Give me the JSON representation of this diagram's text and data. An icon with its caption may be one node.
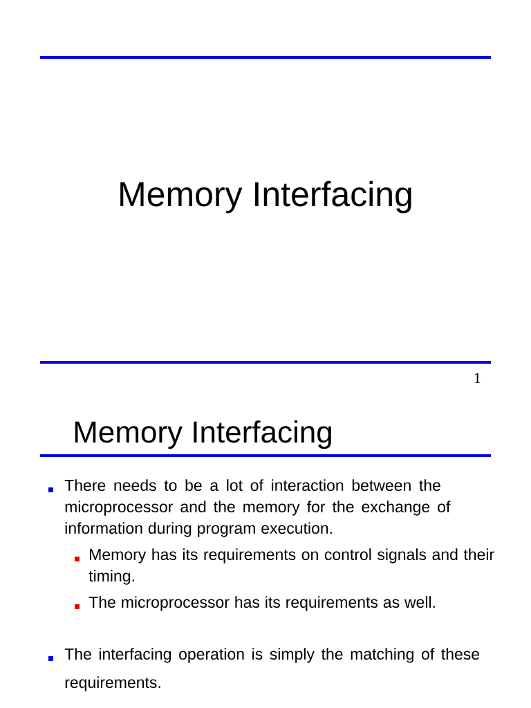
{
  "diagram": {
    "title": "Memory Interfacing",
    "labels": [
      "1",
      "Memory Interfacing",
      "There needs to be a lot of interaction between the microprocessor and the memory for the exchange of information during program execution.",
      "Memory has its requirements on control signals and their timing.",
      "The microprocessor has its requirements as well.",
      "The interfacing operation is simply the matching of these requirements."
    ]
  }
}
